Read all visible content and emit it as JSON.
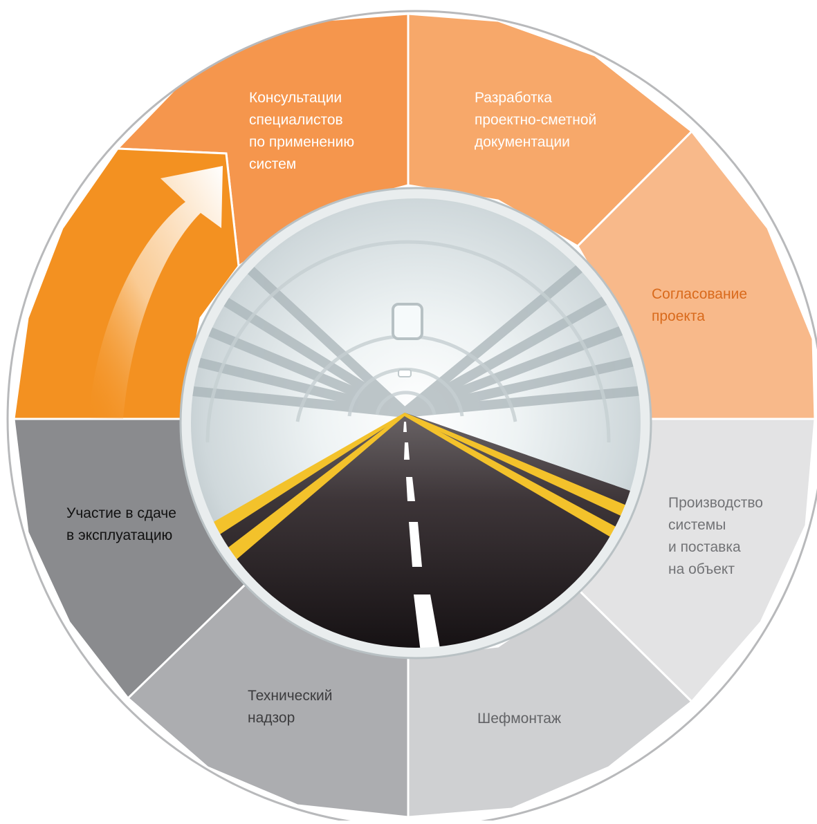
{
  "segments": [
    {
      "id": "consultations",
      "lines": [
        "Консультации",
        "специалистов",
        "по применению",
        "систем"
      ],
      "color": "#f5964d",
      "text_color": "#ffffff"
    },
    {
      "id": "design-docs",
      "lines": [
        "Разработка",
        "проектно-сметной",
        "документации"
      ],
      "color": "#f7a86a",
      "text_color": "#ffffff"
    },
    {
      "id": "approval",
      "lines": [
        "Согласование",
        "проекта"
      ],
      "color": "#f8b98a",
      "text_color": "#d96a1c"
    },
    {
      "id": "production",
      "lines": [
        "Производство",
        "системы",
        "и поставка",
        "на объект"
      ],
      "color": "#e3e3e4",
      "text_color": "#727376"
    },
    {
      "id": "supervised-installation",
      "lines": [
        "Шефмонтаж"
      ],
      "color": "#cfd0d2",
      "text_color": "#626366"
    },
    {
      "id": "technical-supervision",
      "lines": [
        "Технический",
        "надзор"
      ],
      "color": "#acadb0",
      "text_color": "#3c3c3e"
    },
    {
      "id": "commissioning",
      "lines": [
        "Участие в сдаче",
        "в эксплуатацию"
      ],
      "color": "#8a8b8e",
      "text_color": "#111111"
    },
    {
      "id": "start-arrow",
      "lines": [],
      "color": "#f39121",
      "text_color": "#ffffff"
    }
  ],
  "colors": {
    "ring_border": "#b8b9bb",
    "tunnel_wall": "#dfe6e8",
    "road": "#221b1e",
    "lane_yellow": "#f3c22b",
    "lane_white": "#ffffff"
  }
}
